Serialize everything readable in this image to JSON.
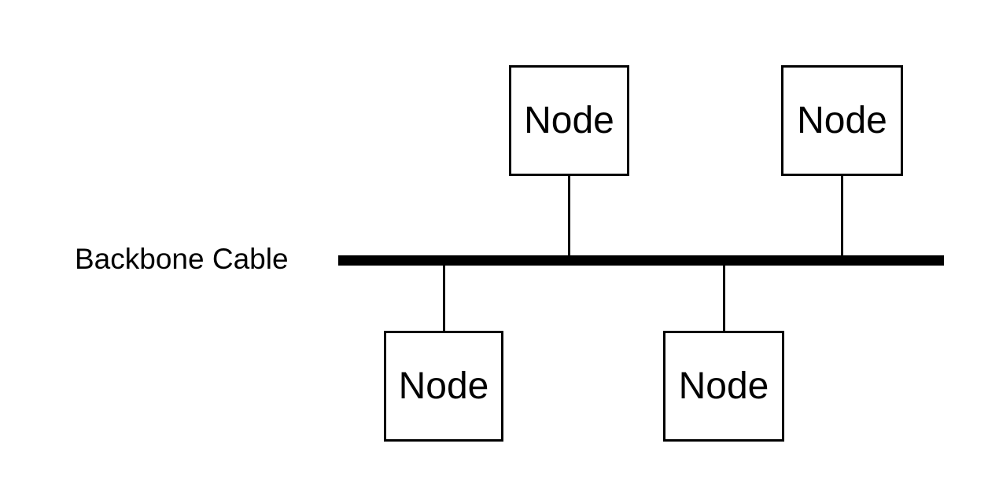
{
  "diagram": {
    "type": "bus-network-topology",
    "backbone": {
      "label": "Backbone Cable"
    },
    "nodes": [
      {
        "label": "Node",
        "position": "top-left"
      },
      {
        "label": "Node",
        "position": "top-right"
      },
      {
        "label": "Node",
        "position": "bottom-left"
      },
      {
        "label": "Node",
        "position": "bottom-right"
      }
    ],
    "colors": {
      "line": "#000000",
      "background": "#ffffff",
      "box_fill": "#ffffff",
      "text": "#000000"
    }
  }
}
